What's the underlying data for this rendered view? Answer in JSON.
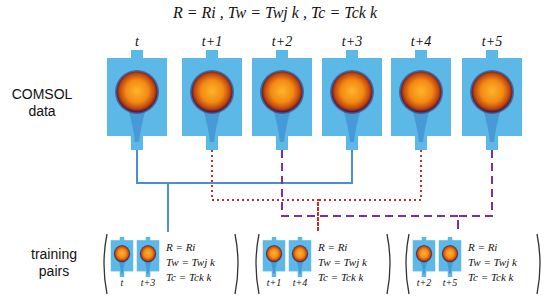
{
  "diagram": {
    "title": "R = Ri , Tw = Twj k , Tc = Tck k",
    "nodes": [
      {
        "text": [
          "t"
        ]
      },
      {
        "text": [
          "t+1"
        ]
      },
      {
        "text": [
          "t+2"
        ]
      },
      {
        "text": [
          "t+3"
        ]
      },
      {
        "text": [
          "t+4"
        ]
      },
      {
        "text": [
          "t+5"
        ]
      },
      {
        "text": [
          "R = Ri",
          "Tw = Twj k",
          "Tc = Tck k"
        ]
      },
      {
        "text": [
          "t"
        ],
        "in": 6
      },
      {
        "text": [
          "t+3"
        ],
        "in": 6
      },
      {
        "text": [
          "R = Ri",
          "Tw = Twj k",
          "Tc = Tck k"
        ]
      },
      {
        "text": [
          "t+1"
        ],
        "in": 9
      },
      {
        "text": [
          "t+4"
        ],
        "in": 9
      },
      {
        "text": [
          "R = Ri",
          "Tw = Twj k",
          "Tc = Tck k"
        ]
      },
      {
        "text": [
          "t+2"
        ],
        "in": 12
      },
      {
        "text": [
          "t+5"
        ],
        "in": 12
      }
    ],
    "edges": [
      {
        "from": 0,
        "to": 6,
        "arrow": "none"
      },
      {
        "from": 3,
        "to": 6,
        "arrow": "none"
      },
      {
        "from": 1,
        "to": 9,
        "arrow": "none"
      },
      {
        "from": 4,
        "to": 9,
        "arrow": "none"
      },
      {
        "from": 2,
        "to": 12,
        "arrow": "none"
      },
      {
        "from": 5,
        "to": 12,
        "arrow": "none"
      }
    ],
    "labels": [
      "COMSOL data",
      "training pairs"
    ]
  }
}
